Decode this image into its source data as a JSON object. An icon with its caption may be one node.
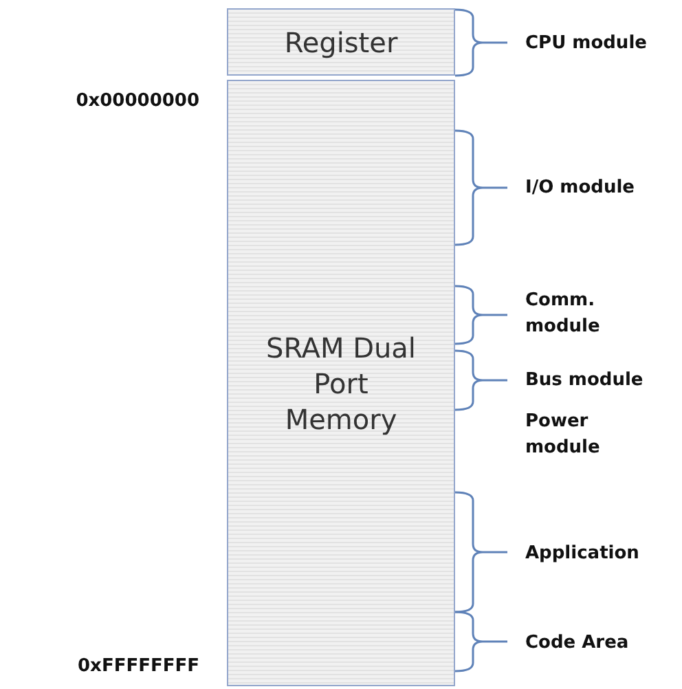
{
  "diagram": {
    "nodes": [
      {
        "text": [
          "Register"
        ]
      },
      {
        "text": [
          "SRAM Dual Port Memory"
        ]
      }
    ],
    "labels": [
      "CPU module",
      "0x00000000",
      "I/O module",
      "Comm. module",
      "Bus module",
      "Power module",
      "Application",
      "Code Area",
      "0xFFFFFFFF"
    ]
  }
}
